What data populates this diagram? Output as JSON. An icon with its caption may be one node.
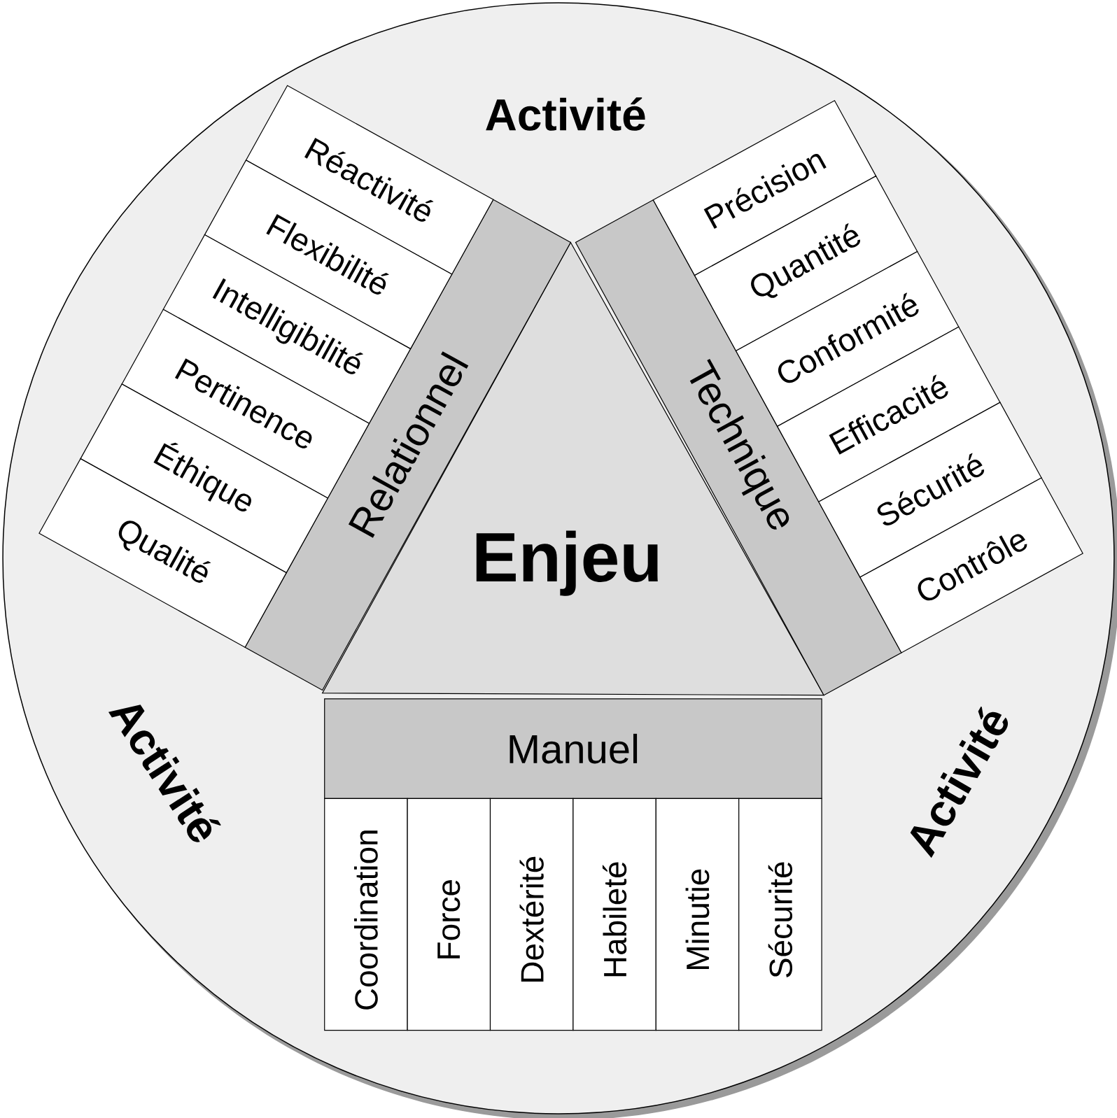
{
  "diagram": {
    "nodes": [
      {
        "text": [
          "Enjeu"
        ]
      },
      {
        "text": [
          "Relationnel"
        ]
      },
      {
        "text": [
          "Réactivité"
        ]
      },
      {
        "text": [
          "Flexibilité"
        ]
      },
      {
        "text": [
          "Intelligibilité"
        ]
      },
      {
        "text": [
          "Pertinence"
        ]
      },
      {
        "text": [
          "Éthique"
        ]
      },
      {
        "text": [
          "Qualité"
        ]
      },
      {
        "text": [
          "Technique"
        ]
      },
      {
        "text": [
          "Précision"
        ]
      },
      {
        "text": [
          "Quantité"
        ]
      },
      {
        "text": [
          "Conformité"
        ]
      },
      {
        "text": [
          "Efficacité"
        ]
      },
      {
        "text": [
          "Sécurité"
        ]
      },
      {
        "text": [
          "Contrôle"
        ]
      },
      {
        "text": [
          "Manuel"
        ]
      },
      {
        "text": [
          "Coordination"
        ]
      },
      {
        "text": [
          "Force"
        ]
      },
      {
        "text": [
          "Dextérité"
        ]
      },
      {
        "text": [
          "Habileté"
        ]
      },
      {
        "text": [
          "Minutie"
        ]
      },
      {
        "text": [
          "Sécurité"
        ]
      }
    ],
    "edges": [],
    "labels": [
      "Activité",
      "Activité",
      "Activité"
    ]
  }
}
